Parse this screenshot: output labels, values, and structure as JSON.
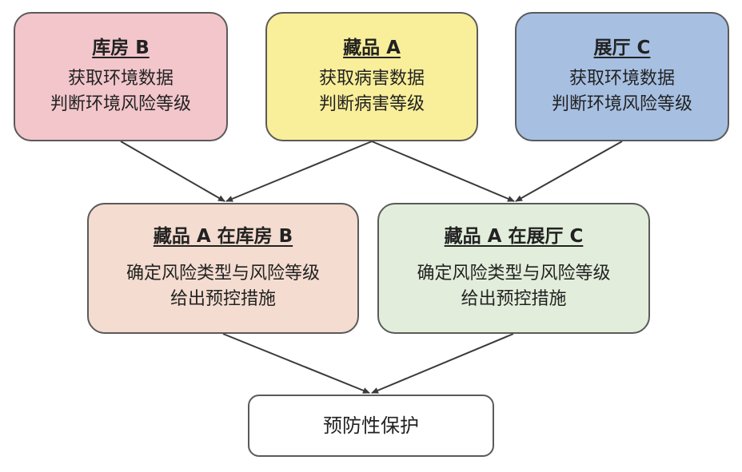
{
  "storage_box": {
    "title": "库房 B",
    "line1": "获取环境数据",
    "line2": "判断环境风险等级",
    "fill": "#f2c6cb"
  },
  "artifact_box": {
    "title": "藏品 A",
    "line1": "获取病害数据",
    "line2": "判断病害等级",
    "fill": "#f9ef9a"
  },
  "hall_box": {
    "title": "展厅 C",
    "line1": "获取环境数据",
    "line2": "判断环境风险等级",
    "fill": "#a7c0e2"
  },
  "combo_storage_box": {
    "title": "藏品 A 在库房 B",
    "line1": "确定风险类型与风险等级",
    "line2": "给出预控措施",
    "fill": "#f4dcd0"
  },
  "combo_hall_box": {
    "title": "藏品 A 在展厅 C",
    "line1": "确定风险类型与风险等级",
    "line2": "给出预控措施",
    "fill": "#e2eedb"
  },
  "result_box": {
    "label": "预防性保护"
  },
  "colors": {
    "border": "#5a5a5a",
    "arrow": "#3a3a3a",
    "text": "#222222"
  }
}
